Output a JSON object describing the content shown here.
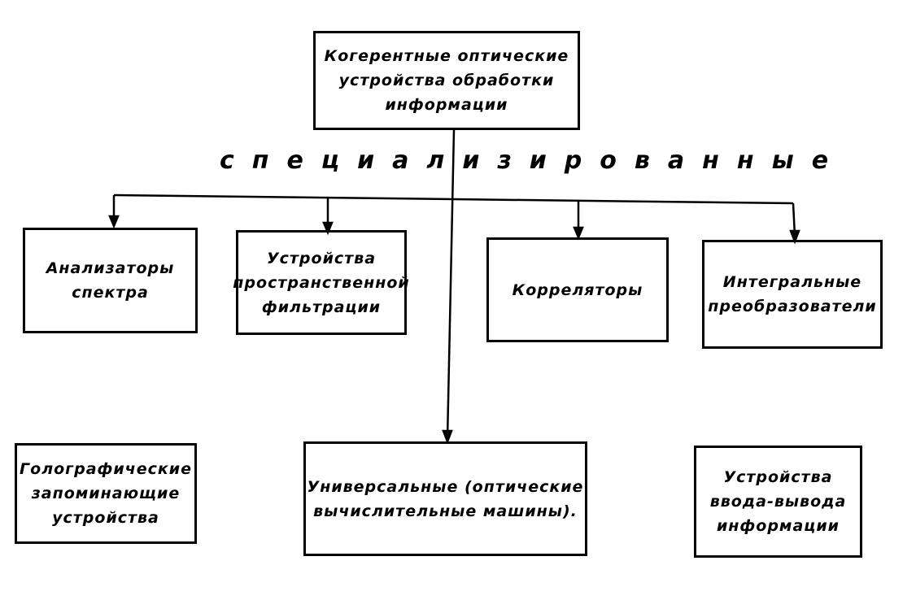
{
  "root": "Когерентные оптические устройства обработки информации",
  "branch_label": "специализированные",
  "specialized": [
    "Анализаторы спектра",
    "Устройства пространственной фильтрации",
    "Корреляторы",
    "Интегральные преобразователи"
  ],
  "others": [
    "Голографические запоминающие устройства",
    "Универсальные (оптические вычислительные машины).",
    "Устройства ввода-вывода информации"
  ]
}
